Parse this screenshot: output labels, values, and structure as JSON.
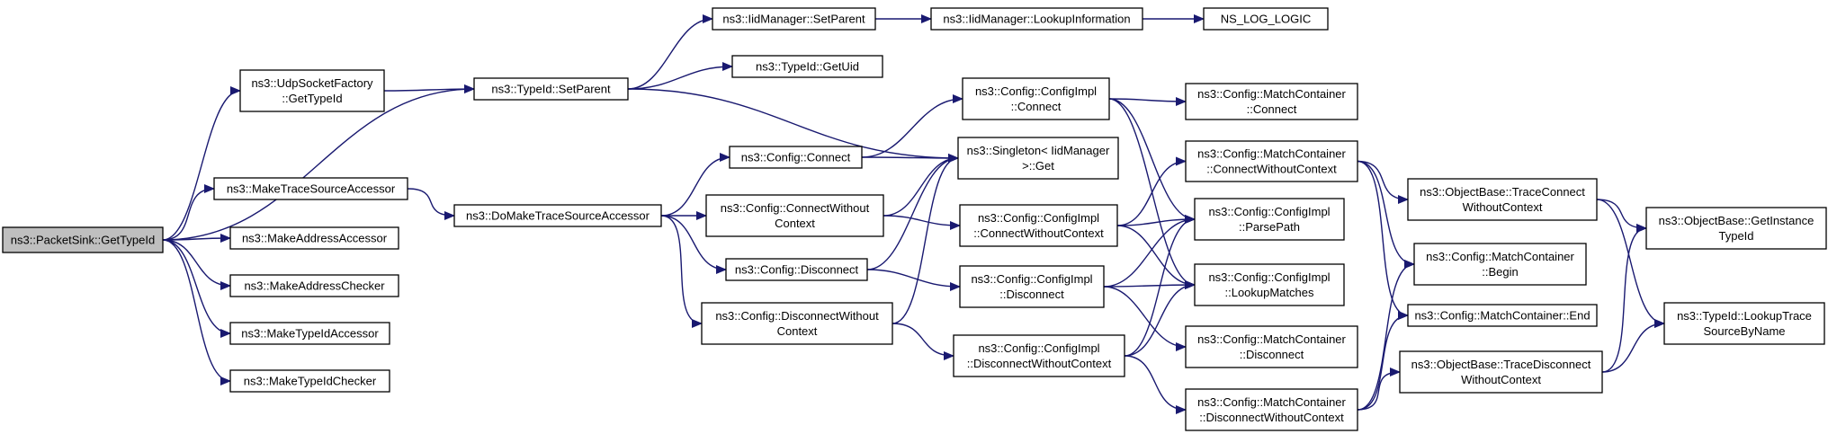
{
  "graph": {
    "edge_color": "#191970",
    "root_fill": "#bfbfbf",
    "nodes": [
      {
        "id": "root",
        "lines": [
          "ns3::PacketSink::GetTypeId"
        ],
        "root": true
      },
      {
        "id": "udp",
        "lines": [
          "ns3::UdpSocketFactory",
          "::GetTypeId"
        ]
      },
      {
        "id": "setparent",
        "lines": [
          "ns3::TypeId::SetParent"
        ]
      },
      {
        "id": "iidsetparent",
        "lines": [
          "ns3::IidManager::SetParent"
        ]
      },
      {
        "id": "lookupinfo",
        "lines": [
          "ns3::IidManager::LookupInformation"
        ]
      },
      {
        "id": "nslog",
        "lines": [
          "NS_LOG_LOGIC"
        ]
      },
      {
        "id": "getuid",
        "lines": [
          "ns3::TypeId::GetUid"
        ]
      },
      {
        "id": "mktsa",
        "lines": [
          "ns3::MakeTraceSourceAccessor"
        ]
      },
      {
        "id": "domktsa",
        "lines": [
          "ns3::DoMakeTraceSourceAccessor"
        ]
      },
      {
        "id": "mkaddracc",
        "lines": [
          "ns3::MakeAddressAccessor"
        ]
      },
      {
        "id": "mkaddrchk",
        "lines": [
          "ns3::MakeAddressChecker"
        ]
      },
      {
        "id": "mktidacc",
        "lines": [
          "ns3::MakeTypeIdAccessor"
        ]
      },
      {
        "id": "mktidchk",
        "lines": [
          "ns3::MakeTypeIdChecker"
        ]
      },
      {
        "id": "cfgconnect",
        "lines": [
          "ns3::Config::Connect"
        ]
      },
      {
        "id": "cfgconnwo",
        "lines": [
          "ns3::Config::ConnectWithout",
          "Context"
        ]
      },
      {
        "id": "cfgdisc",
        "lines": [
          "ns3::Config::Disconnect"
        ]
      },
      {
        "id": "cfgdiscwo",
        "lines": [
          "ns3::Config::DisconnectWithout",
          "Context"
        ]
      },
      {
        "id": "implconnect",
        "lines": [
          "ns3::Config::ConfigImpl",
          "::Connect"
        ]
      },
      {
        "id": "singleton",
        "lines": [
          "ns3::Singleton< IidManager",
          ">::Get"
        ]
      },
      {
        "id": "implconnwo",
        "lines": [
          "ns3::Config::ConfigImpl",
          "::ConnectWithoutContext"
        ]
      },
      {
        "id": "impldisc",
        "lines": [
          "ns3::Config::ConfigImpl",
          "::Disconnect"
        ]
      },
      {
        "id": "impldiscwo",
        "lines": [
          "ns3::Config::ConfigImpl",
          "::DisconnectWithoutContext"
        ]
      },
      {
        "id": "mcconnect",
        "lines": [
          "ns3::Config::MatchContainer",
          "::Connect"
        ]
      },
      {
        "id": "mcconnwo",
        "lines": [
          "ns3::Config::MatchContainer",
          "::ConnectWithoutContext"
        ]
      },
      {
        "id": "parsepath",
        "lines": [
          "ns3::Config::ConfigImpl",
          "::ParsePath"
        ]
      },
      {
        "id": "lookupmatches",
        "lines": [
          "ns3::Config::ConfigImpl",
          "::LookupMatches"
        ]
      },
      {
        "id": "mcdisc",
        "lines": [
          "ns3::Config::MatchContainer",
          "::Disconnect"
        ]
      },
      {
        "id": "mcdiscwo",
        "lines": [
          "ns3::Config::MatchContainer",
          "::DisconnectWithoutContext"
        ]
      },
      {
        "id": "obtcwo",
        "lines": [
          "ns3::ObjectBase::TraceConnect",
          "WithoutContext"
        ]
      },
      {
        "id": "mcbegin",
        "lines": [
          "ns3::Config::MatchContainer",
          "::Begin"
        ]
      },
      {
        "id": "mcend",
        "lines": [
          "ns3::Config::MatchContainer::End"
        ]
      },
      {
        "id": "obtdwo",
        "lines": [
          "ns3::ObjectBase::TraceDisconnect",
          "WithoutContext"
        ]
      },
      {
        "id": "getinst",
        "lines": [
          "ns3::ObjectBase::GetInstance",
          "TypeId"
        ]
      },
      {
        "id": "lookuptrace",
        "lines": [
          "ns3::TypeId::LookupTrace",
          "SourceByName"
        ]
      }
    ],
    "edges": [
      [
        "root",
        "udp"
      ],
      [
        "root",
        "setparent"
      ],
      [
        "root",
        "mktsa"
      ],
      [
        "root",
        "mkaddracc"
      ],
      [
        "root",
        "mkaddrchk"
      ],
      [
        "root",
        "mktidacc"
      ],
      [
        "root",
        "mktidchk"
      ],
      [
        "udp",
        "setparent"
      ],
      [
        "setparent",
        "iidsetparent"
      ],
      [
        "setparent",
        "getuid"
      ],
      [
        "setparent",
        "singleton"
      ],
      [
        "iidsetparent",
        "lookupinfo"
      ],
      [
        "lookupinfo",
        "nslog"
      ],
      [
        "mktsa",
        "domktsa"
      ],
      [
        "domktsa",
        "cfgconnect"
      ],
      [
        "domktsa",
        "cfgconnwo"
      ],
      [
        "domktsa",
        "cfgdisc"
      ],
      [
        "domktsa",
        "cfgdiscwo"
      ],
      [
        "cfgconnect",
        "implconnect"
      ],
      [
        "cfgconnect",
        "singleton"
      ],
      [
        "cfgconnwo",
        "singleton"
      ],
      [
        "cfgconnwo",
        "implconnwo"
      ],
      [
        "cfgdisc",
        "singleton"
      ],
      [
        "cfgdisc",
        "impldisc"
      ],
      [
        "cfgdiscwo",
        "singleton"
      ],
      [
        "cfgdiscwo",
        "impldiscwo"
      ],
      [
        "implconnect",
        "mcconnect"
      ],
      [
        "implconnect",
        "parsepath"
      ],
      [
        "implconnect",
        "lookupmatches"
      ],
      [
        "implconnwo",
        "mcconnwo"
      ],
      [
        "implconnwo",
        "parsepath"
      ],
      [
        "implconnwo",
        "lookupmatches"
      ],
      [
        "impldisc",
        "parsepath"
      ],
      [
        "impldisc",
        "lookupmatches"
      ],
      [
        "impldisc",
        "mcdisc"
      ],
      [
        "impldiscwo",
        "parsepath"
      ],
      [
        "impldiscwo",
        "lookupmatches"
      ],
      [
        "impldiscwo",
        "mcdiscwo"
      ],
      [
        "mcconnwo",
        "obtcwo"
      ],
      [
        "mcconnwo",
        "mcbegin"
      ],
      [
        "mcconnwo",
        "mcend"
      ],
      [
        "mcdiscwo",
        "mcbegin"
      ],
      [
        "mcdiscwo",
        "mcend"
      ],
      [
        "mcdiscwo",
        "obtdwo"
      ],
      [
        "obtcwo",
        "getinst"
      ],
      [
        "obtcwo",
        "lookuptrace"
      ],
      [
        "obtdwo",
        "getinst"
      ],
      [
        "obtdwo",
        "lookuptrace"
      ]
    ]
  }
}
